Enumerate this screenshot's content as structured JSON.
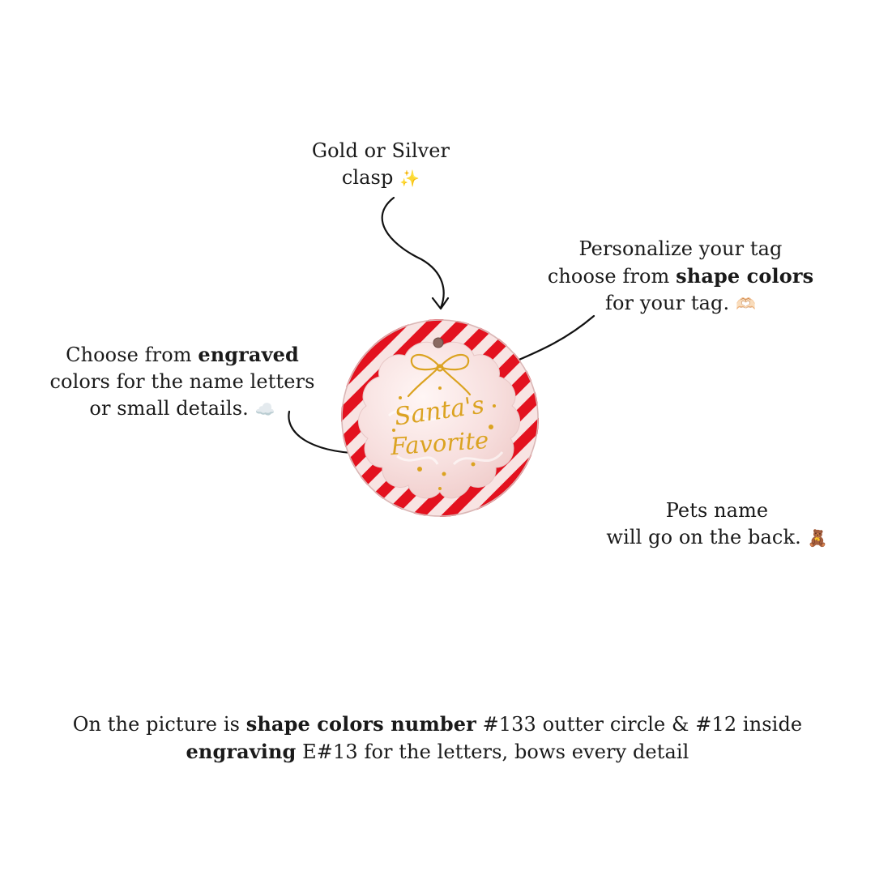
{
  "notes": {
    "clasp": {
      "line1": "Gold or Silver",
      "line2": "clasp",
      "emoji": "✨"
    },
    "shape": {
      "line1": "Personalize your tag",
      "line2_pre": "choose from ",
      "line2_bold": "shape colors",
      "line3": "for your tag.",
      "emoji": "🫶🏻"
    },
    "engraved": {
      "line1_pre": "Choose from ",
      "line1_bold": "engraved",
      "line2": "colors for the name letters",
      "line3": "or small details.",
      "emoji": "☁️"
    },
    "name": {
      "line1": "Pets name",
      "line2": "will go on the back.",
      "emoji": "🧸"
    }
  },
  "footer": {
    "l1_a": "On the picture is ",
    "l1_bold": "shape colors number",
    "l1_b": " #133 outter circle & #12 inside",
    "l2_bold": "engraving",
    "l2_b": "  E#13 for the letters, bows every detail"
  },
  "tag": {
    "engraving_line1": "Santa's",
    "engraving_line2": "Favorite",
    "colors": {
      "outer": "#e3121f",
      "stripe_light": "#f8e4e3",
      "inner": "#f6dcdb",
      "engraving": "#dba321"
    }
  }
}
